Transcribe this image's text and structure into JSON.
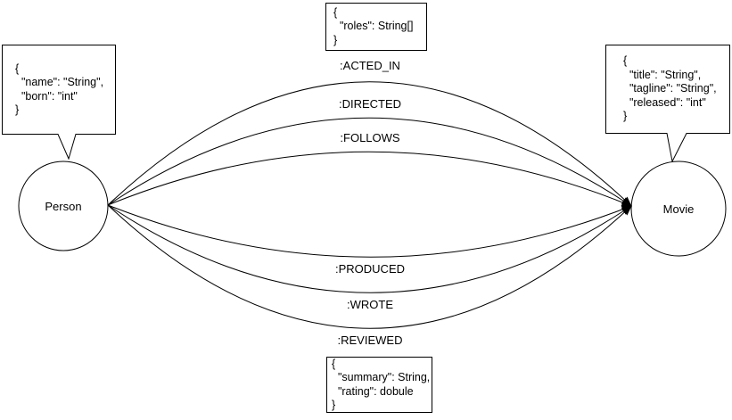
{
  "diagram": {
    "nodes": [
      {
        "id": "person",
        "label": "Person"
      },
      {
        "id": "movie",
        "label": "Movie"
      }
    ],
    "relationships": [
      {
        "label": ":ACTED_IN"
      },
      {
        "label": ":DIRECTED"
      },
      {
        "label": ":FOLLOWS"
      },
      {
        "label": ":PRODUCED"
      },
      {
        "label": ":WROTE"
      },
      {
        "label": ":REVIEWED"
      }
    ],
    "property_boxes": {
      "acted_in": {
        "lines": [
          "{",
          "  \"roles\": String[]",
          "}"
        ]
      },
      "person": {
        "lines": [
          "{",
          "  \"name\": \"String\",",
          "  \"born\": \"int\"",
          "}"
        ]
      },
      "movie": {
        "lines": [
          "{",
          "  \"title\": \"String\",",
          "  \"tagline\": \"String\",",
          "  \"released\": \"int\"",
          "}"
        ]
      },
      "reviewed": {
        "lines": [
          "{",
          "  \"summary\": String,",
          "  \"rating\": dobule",
          "}"
        ]
      }
    },
    "colors": {
      "stroke": "#000000",
      "background": "#ffffff",
      "arrowhead": "#000000"
    }
  }
}
